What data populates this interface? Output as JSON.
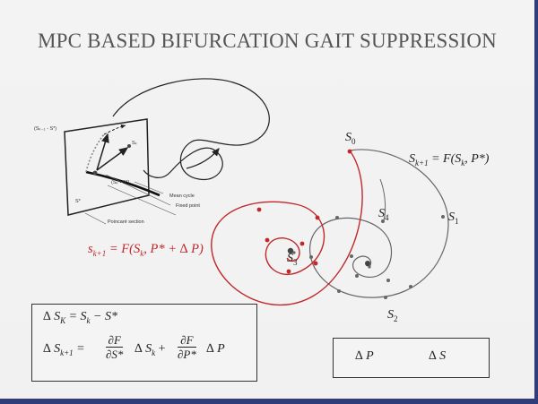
{
  "slide": {
    "title": "MPC BASED BIFURCATION GAIT SUPPRESSION"
  },
  "poincare_inset": {
    "labels": {
      "s_minus": "(Sₖ₋₁ - S*)",
      "s_k": "Sₖ",
      "s_k_minus": "(Sₖ - S*)",
      "mean_cycle": "Mean cycle",
      "fixed_point": "Fixed point",
      "s_star": "S*",
      "poincare_section": "Poincaré section"
    }
  },
  "trajectory": {
    "labels": {
      "s0_main": "S",
      "s0_sub": "0",
      "s1_main": "S",
      "s1_sub": "1",
      "s2_main": "S",
      "s2_sub": "2",
      "s3_main": "S",
      "s3_sub": "3",
      "s4_main": "S",
      "s4_sub": "4"
    },
    "colors": {
      "controlled": "#c0282a",
      "uncontrolled": "#666666"
    }
  },
  "equations": {
    "uncontrolled": "S_{k+1} = F(S_k, P*)",
    "uncontrolled_parts": {
      "lhs": "S",
      "lhs_sub": "k+1",
      "rhs": " = F(S",
      "rhs_sub": "k",
      "rhs_end": ", P*)"
    },
    "controlled_parts": {
      "lhs": "s",
      "lhs_sub": "k+1",
      "rhs": " = F(S",
      "rhs_sub": "k",
      "rhs_end": ", P* + ∆ P)"
    },
    "delta_sk": {
      "lhs": "∆ S",
      "lhs_sub": "K",
      "rhs": " = S",
      "rhs_sub": "k",
      "rhs_end": " − S*"
    },
    "linearized": {
      "lhs": "∆ S",
      "lhs_sub": "k+1",
      "eq": " =",
      "frac1_num": "∂F",
      "frac1_den": "∂S*",
      "term1": "∆ S",
      "term1_sub": "k",
      "plus": "+",
      "frac2_num": "∂F",
      "frac2_den": "∂P*",
      "term2": "∆ P"
    },
    "control_map": {
      "from": "∆ P",
      "to": "∆ S"
    }
  }
}
